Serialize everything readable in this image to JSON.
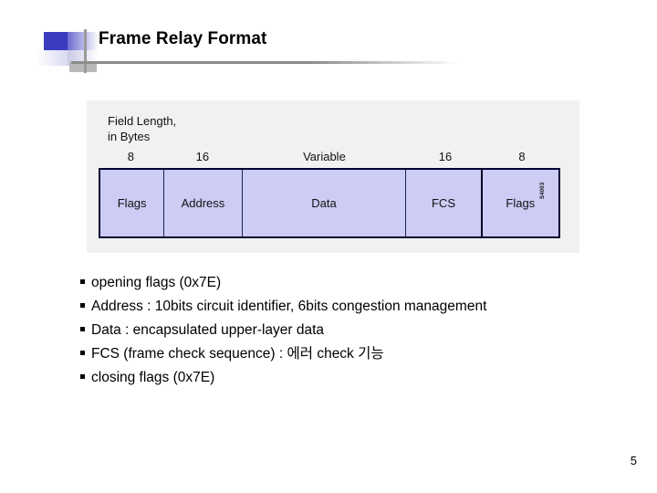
{
  "slide": {
    "title": "Frame Relay Format",
    "page_number": "5",
    "accent_color": "#3b3bbf",
    "rule_color": "#8c8c8c"
  },
  "diagram": {
    "panel_background": "#f1f1f1",
    "cell_background": "#ccccf5",
    "cell_border_color": "#000033",
    "caption_line1": "Field Length,",
    "caption_line2": "in Bytes",
    "source_code": "S4003",
    "fields": [
      {
        "size": "8",
        "name": "Flags",
        "width_pct": 14.0
      },
      {
        "size": "16",
        "name": "Address",
        "width_pct": 17.0
      },
      {
        "size": "Variable",
        "name": "Data",
        "width_pct": 35.8
      },
      {
        "size": "16",
        "name": "FCS",
        "width_pct": 16.6
      },
      {
        "size": "8",
        "name": "Flags",
        "width_pct": 16.6
      }
    ]
  },
  "bullets": [
    "opening flags (0x7E)",
    "Address : 10bits circuit identifier, 6bits congestion management",
    "Data : encapsulated upper-layer data",
    "FCS (frame check sequence) : 에러  check 기능",
    "closing flags (0x7E)"
  ]
}
